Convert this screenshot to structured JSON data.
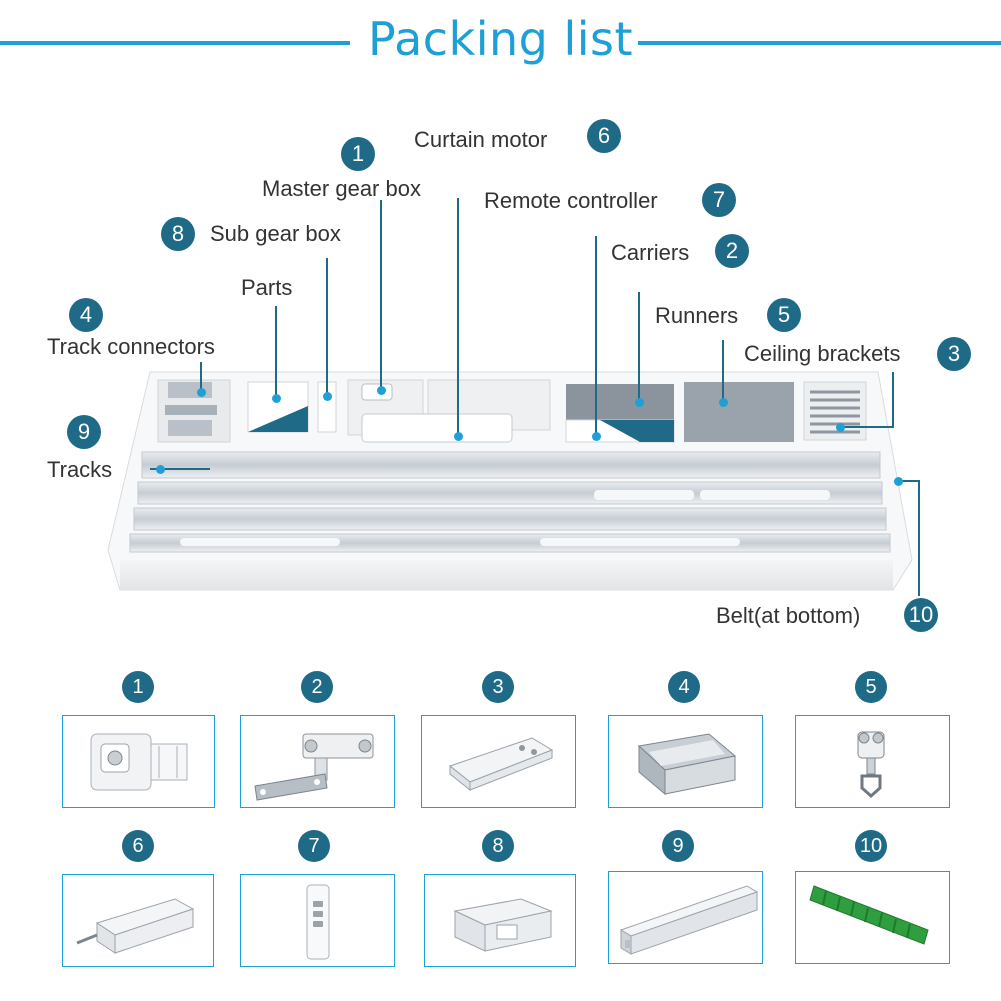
{
  "title": "Packing list",
  "callouts": [
    {
      "num": "1",
      "label": "Master gear box"
    },
    {
      "num": "2",
      "label": "Carriers"
    },
    {
      "num": "3",
      "label": "Ceiling brackets"
    },
    {
      "num": "4",
      "label": "Track connectors"
    },
    {
      "num": "5",
      "label": "Runners"
    },
    {
      "num": "6",
      "label": "Curtain motor"
    },
    {
      "num": "7",
      "label": "Remote controller"
    },
    {
      "num": "8",
      "label": "Sub gear box"
    },
    {
      "num": "9",
      "label": "Tracks"
    },
    {
      "num": "10",
      "label": "Belt(at bottom)"
    },
    {
      "num": "",
      "label": "Parts"
    }
  ],
  "items": [
    {
      "num": "1",
      "icon": "master-gear-box-icon"
    },
    {
      "num": "2",
      "icon": "carrier-icon"
    },
    {
      "num": "3",
      "icon": "ceiling-bracket-icon"
    },
    {
      "num": "4",
      "icon": "track-connector-icon"
    },
    {
      "num": "5",
      "icon": "runner-icon"
    },
    {
      "num": "6",
      "icon": "curtain-motor-icon"
    },
    {
      "num": "7",
      "icon": "remote-controller-icon"
    },
    {
      "num": "8",
      "icon": "sub-gear-box-icon"
    },
    {
      "num": "9",
      "icon": "track-icon"
    },
    {
      "num": "10",
      "icon": "belt-icon"
    }
  ],
  "colors": {
    "accent": "#1ea0d6",
    "badge": "#1f6a86",
    "belt": "#2e9e3e"
  }
}
